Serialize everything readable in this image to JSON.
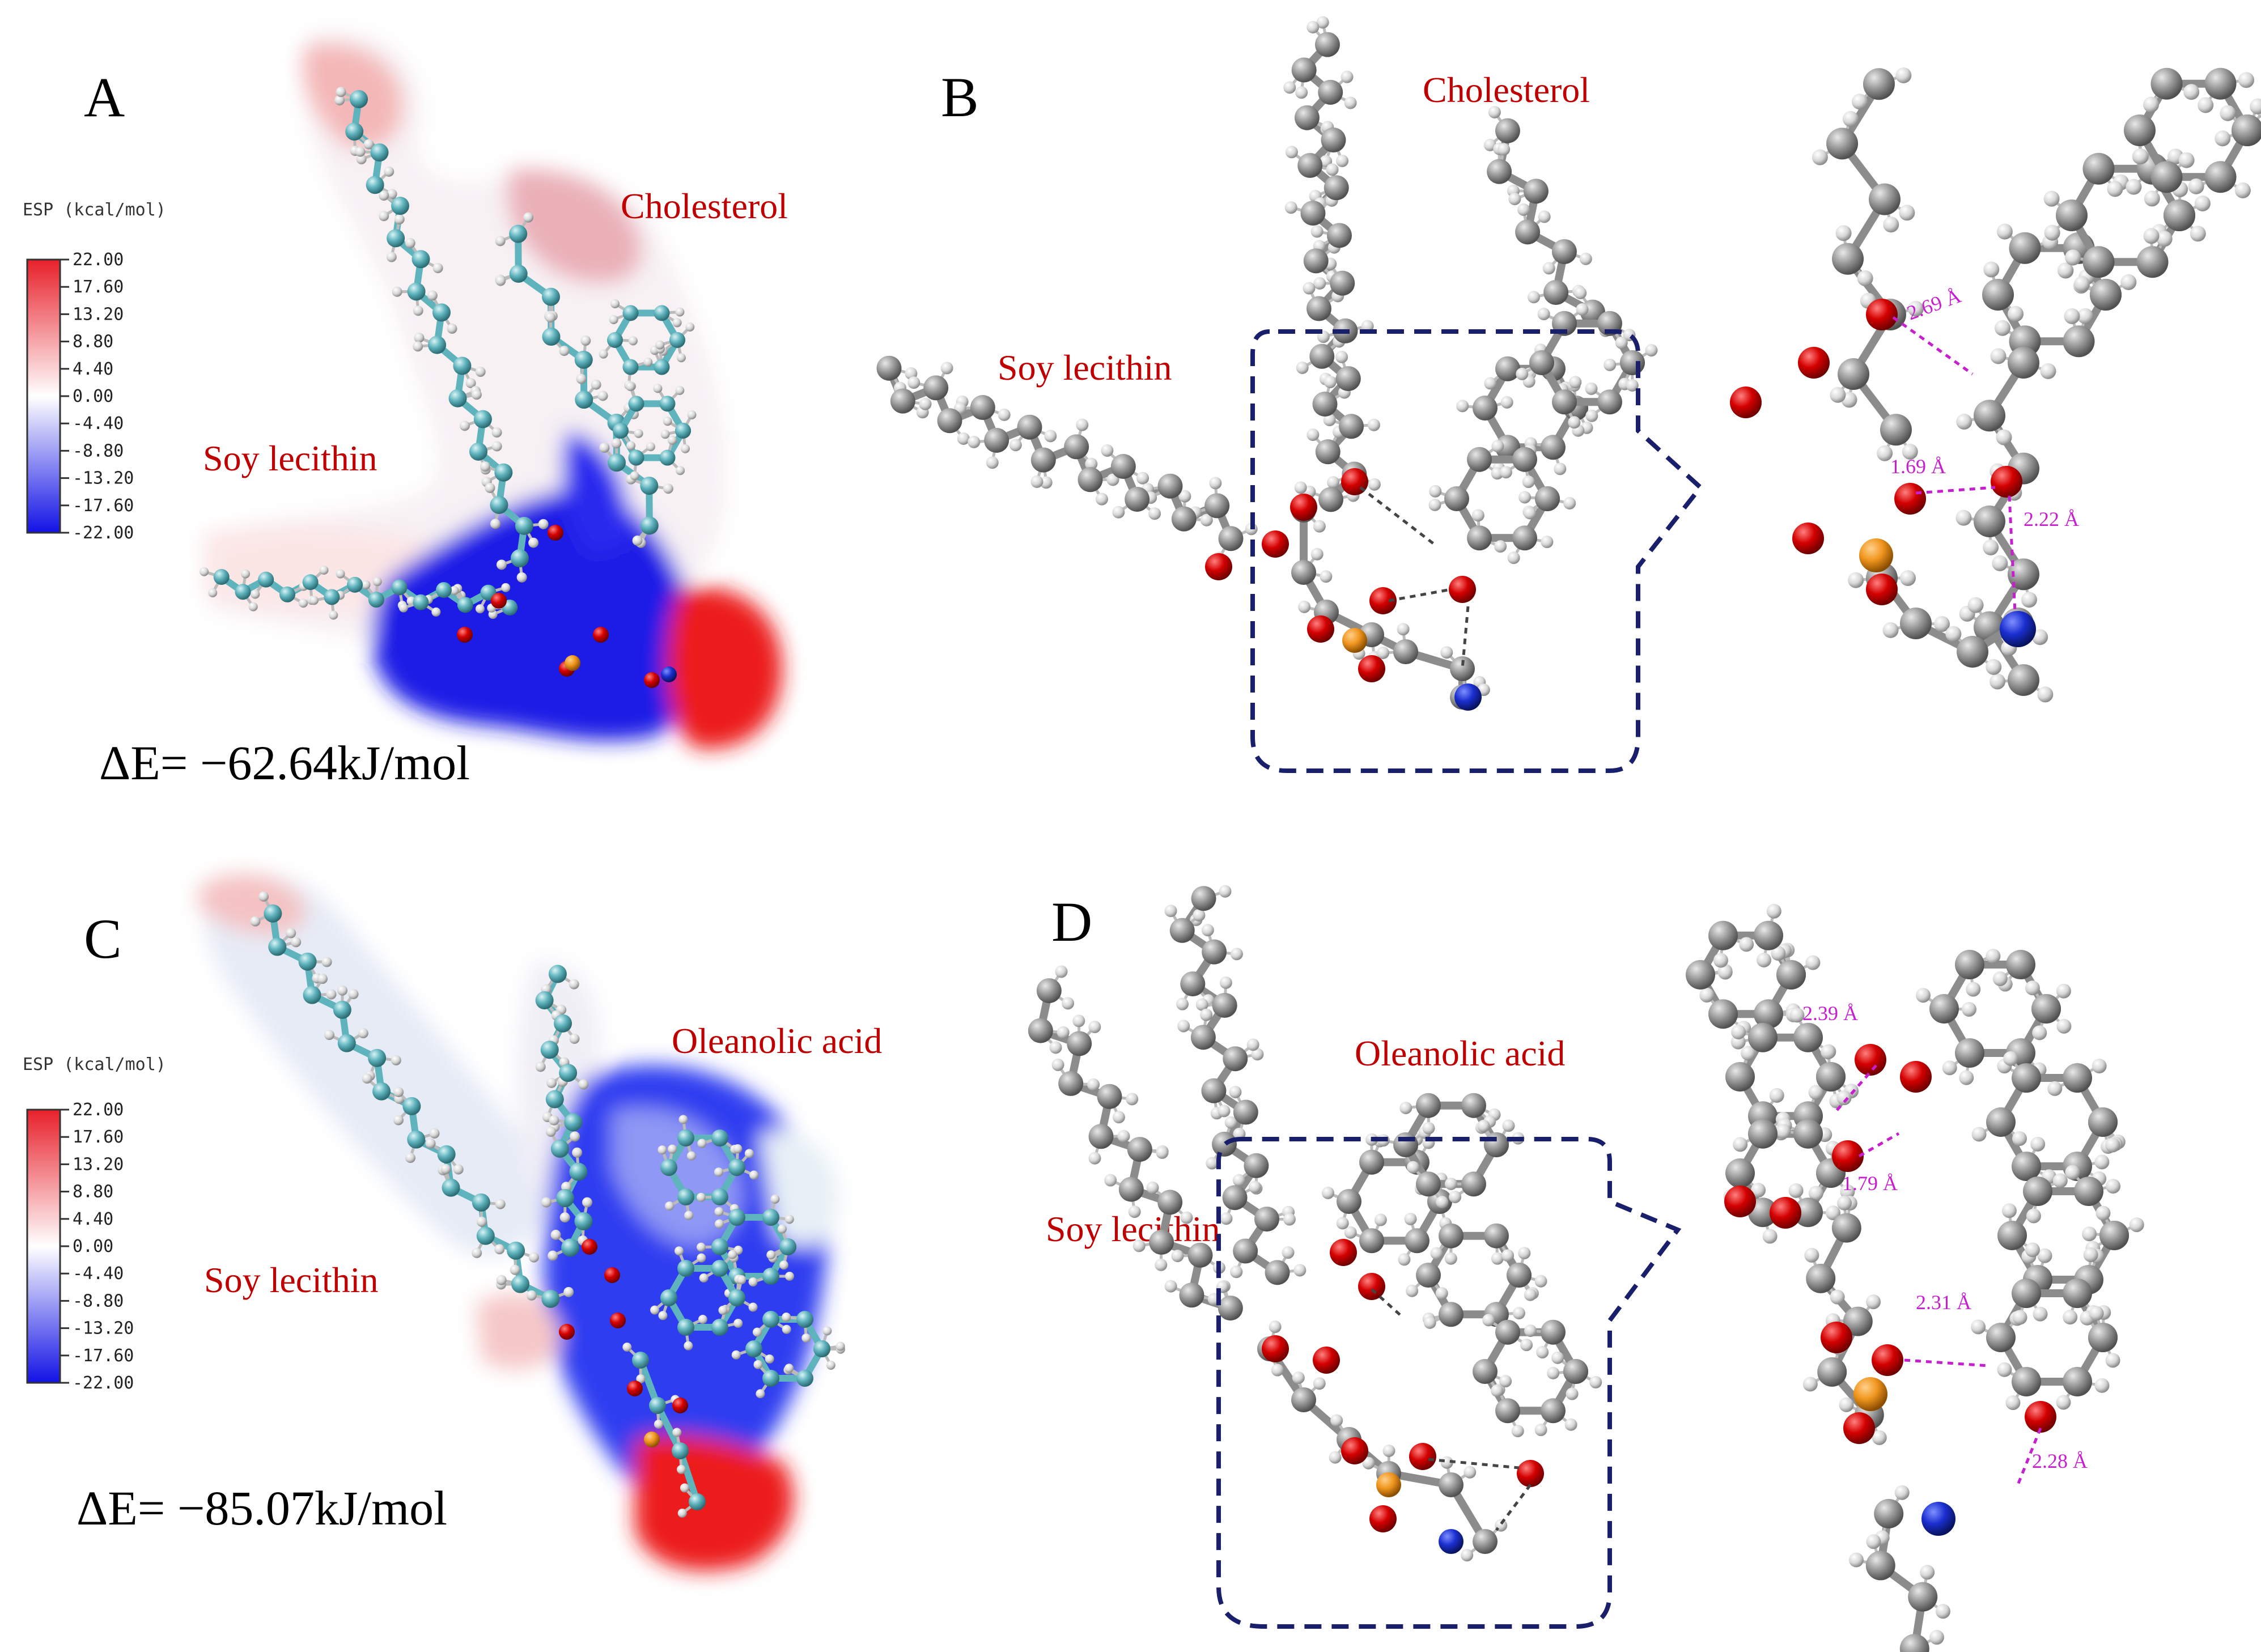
{
  "panels": {
    "A": {
      "letter": "A",
      "label_cholesterol": "Cholesterol",
      "label_lecithin": "Soy lecithin",
      "energy": "ΔE= −62.64kJ/mol",
      "esp_scale": {
        "title": "ESP (kcal/mol)",
        "ticks": [
          "22.00",
          "17.60",
          "13.20",
          "8.80",
          "4.40",
          "0.00",
          "-4.40",
          "-8.80",
          "-13.20",
          "-17.60",
          "-22.00"
        ]
      }
    },
    "B": {
      "letter": "B",
      "label_cholesterol": "Cholesterol",
      "label_lecithin": "Soy lecithin",
      "distances": [
        "2.69 Å",
        "1.69 Å",
        "2.22 Å"
      ]
    },
    "C": {
      "letter": "C",
      "label_oleanolic": "Oleanolic acid",
      "label_lecithin": "Soy lecithin",
      "energy": "ΔE= −85.07kJ/mol",
      "esp_scale": {
        "title": "ESP (kcal/mol)",
        "ticks": [
          "22.00",
          "17.60",
          "13.20",
          "8.80",
          "4.40",
          "0.00",
          "-4.40",
          "-8.80",
          "-13.20",
          "-17.60",
          "-22.00"
        ]
      }
    },
    "D": {
      "letter": "D",
      "label_oleanolic": "Oleanolic acid",
      "label_lecithin": "Soy lecithin",
      "distances": [
        "2.39 Å",
        "1.79 Å",
        "2.31 Å",
        "2.28 Å"
      ]
    }
  },
  "colors": {
    "esp_positive": "#e8202a",
    "esp_negative": "#1212e6",
    "carbon": "#8c8c8c",
    "oxygen": "#d40000",
    "phosphorus": "#f0961e",
    "nitrogen": "#1a2fd0",
    "label_red": "#c00000",
    "distance_magenta": "#c71ecf",
    "callout_navy": "#1a1f6b"
  }
}
